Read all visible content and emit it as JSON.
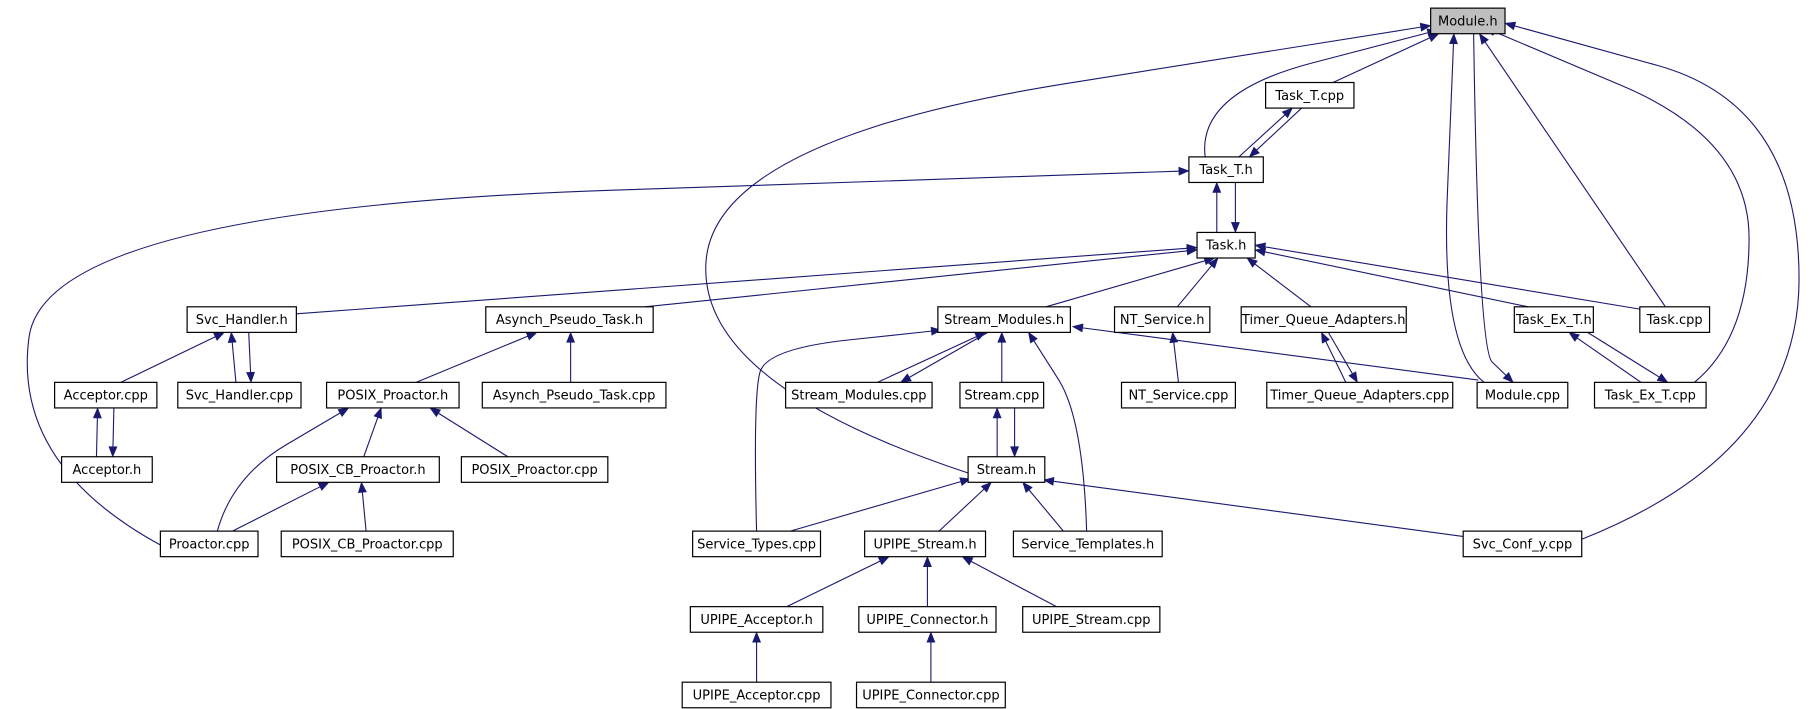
{
  "diagram": {
    "nodes": [
      {
        "id": "module_h",
        "label": "Module.h",
        "root": true
      },
      {
        "id": "task_t_cpp",
        "label": "Task_T.cpp"
      },
      {
        "id": "task_t_h",
        "label": "Task_T.h"
      },
      {
        "id": "task_h",
        "label": "Task.h"
      },
      {
        "id": "svc_handler_h",
        "label": "Svc_Handler.h"
      },
      {
        "id": "asynch_pseudo_task_h",
        "label": "Asynch_Pseudo_Task.h"
      },
      {
        "id": "stream_modules_h",
        "label": "Stream_Modules.h"
      },
      {
        "id": "nt_service_h",
        "label": "NT_Service.h"
      },
      {
        "id": "timer_queue_adapters_h",
        "label": "Timer_Queue_Adapters.h"
      },
      {
        "id": "task_ex_t_h",
        "label": "Task_Ex_T.h"
      },
      {
        "id": "task_cpp",
        "label": "Task.cpp"
      },
      {
        "id": "acceptor_cpp",
        "label": "Acceptor.cpp"
      },
      {
        "id": "svc_handler_cpp",
        "label": "Svc_Handler.cpp"
      },
      {
        "id": "posix_proactor_h",
        "label": "POSIX_Proactor.h"
      },
      {
        "id": "asynch_pseudo_task_cpp",
        "label": "Asynch_Pseudo_Task.cpp"
      },
      {
        "id": "stream_modules_cpp",
        "label": "Stream_Modules.cpp"
      },
      {
        "id": "stream_cpp",
        "label": "Stream.cpp"
      },
      {
        "id": "nt_service_cpp",
        "label": "NT_Service.cpp"
      },
      {
        "id": "timer_queue_adapters_cpp",
        "label": "Timer_Queue_Adapters.cpp"
      },
      {
        "id": "module_cpp",
        "label": "Module.cpp"
      },
      {
        "id": "task_ex_t_cpp",
        "label": "Task_Ex_T.cpp"
      },
      {
        "id": "acceptor_h",
        "label": "Acceptor.h"
      },
      {
        "id": "posix_cb_proactor_h",
        "label": "POSIX_CB_Proactor.h"
      },
      {
        "id": "posix_proactor_cpp",
        "label": "POSIX_Proactor.cpp"
      },
      {
        "id": "stream_h",
        "label": "Stream.h"
      },
      {
        "id": "proactor_cpp",
        "label": "Proactor.cpp"
      },
      {
        "id": "posix_cb_proactor_cpp",
        "label": "POSIX_CB_Proactor.cpp"
      },
      {
        "id": "service_types_cpp",
        "label": "Service_Types.cpp"
      },
      {
        "id": "upipe_stream_h",
        "label": "UPIPE_Stream.h"
      },
      {
        "id": "service_templates_h",
        "label": "Service_Templates.h"
      },
      {
        "id": "svc_conf_y_cpp",
        "label": "Svc_Conf_y.cpp"
      },
      {
        "id": "upipe_acceptor_h",
        "label": "UPIPE_Acceptor.h"
      },
      {
        "id": "upipe_connector_h",
        "label": "UPIPE_Connector.h"
      },
      {
        "id": "upipe_stream_cpp",
        "label": "UPIPE_Stream.cpp"
      },
      {
        "id": "upipe_acceptor_cpp",
        "label": "UPIPE_Acceptor.cpp"
      },
      {
        "id": "upipe_connector_cpp",
        "label": "UPIPE_Connector.cpp"
      }
    ],
    "edges": [
      {
        "from": "task_t_cpp",
        "to": "module_h"
      },
      {
        "from": "task_t_h",
        "to": "module_h"
      },
      {
        "from": "module_cpp",
        "to": "module_h"
      },
      {
        "from": "task_cpp",
        "to": "module_h"
      },
      {
        "from": "task_ex_t_cpp",
        "to": "module_h"
      },
      {
        "from": "stream_h",
        "to": "module_h"
      },
      {
        "from": "svc_conf_y_cpp",
        "to": "module_h"
      },
      {
        "from": "task_t_h",
        "to": "task_t_cpp"
      },
      {
        "from": "task_t_cpp",
        "to": "task_t_h"
      },
      {
        "from": "task_h",
        "to": "task_t_h"
      },
      {
        "from": "proactor_cpp",
        "to": "task_t_h"
      },
      {
        "from": "task_t_h",
        "to": "task_h"
      },
      {
        "from": "svc_handler_h",
        "to": "task_h"
      },
      {
        "from": "asynch_pseudo_task_h",
        "to": "task_h"
      },
      {
        "from": "stream_modules_h",
        "to": "task_h"
      },
      {
        "from": "nt_service_h",
        "to": "task_h"
      },
      {
        "from": "timer_queue_adapters_h",
        "to": "task_h"
      },
      {
        "from": "task_ex_t_h",
        "to": "task_h"
      },
      {
        "from": "task_cpp",
        "to": "task_h"
      },
      {
        "from": "acceptor_cpp",
        "to": "svc_handler_h"
      },
      {
        "from": "svc_handler_cpp",
        "to": "svc_handler_h"
      },
      {
        "from": "svc_handler_h",
        "to": "svc_handler_cpp"
      },
      {
        "from": "posix_proactor_h",
        "to": "asynch_pseudo_task_h"
      },
      {
        "from": "asynch_pseudo_task_cpp",
        "to": "asynch_pseudo_task_h"
      },
      {
        "from": "stream_modules_cpp",
        "to": "stream_modules_h"
      },
      {
        "from": "stream_modules_h",
        "to": "stream_modules_cpp"
      },
      {
        "from": "stream_cpp",
        "to": "stream_modules_h"
      },
      {
        "from": "service_types_cpp",
        "to": "stream_modules_h"
      },
      {
        "from": "service_templates_h",
        "to": "stream_modules_h"
      },
      {
        "from": "module_cpp",
        "to": "stream_modules_h"
      },
      {
        "from": "nt_service_cpp",
        "to": "nt_service_h"
      },
      {
        "from": "timer_queue_adapters_cpp",
        "to": "timer_queue_adapters_h"
      },
      {
        "from": "timer_queue_adapters_h",
        "to": "timer_queue_adapters_cpp"
      },
      {
        "from": "task_ex_t_cpp",
        "to": "task_ex_t_h"
      },
      {
        "from": "task_ex_t_h",
        "to": "task_ex_t_cpp"
      },
      {
        "from": "module_h",
        "to": "module_cpp"
      },
      {
        "from": "acceptor_h",
        "to": "acceptor_cpp"
      },
      {
        "from": "acceptor_cpp",
        "to": "acceptor_h"
      },
      {
        "from": "posix_cb_proactor_h",
        "to": "posix_proactor_h"
      },
      {
        "from": "proactor_cpp",
        "to": "posix_proactor_h"
      },
      {
        "from": "posix_proactor_cpp",
        "to": "posix_proactor_h"
      },
      {
        "from": "proactor_cpp",
        "to": "posix_cb_proactor_h"
      },
      {
        "from": "posix_cb_proactor_cpp",
        "to": "posix_cb_proactor_h"
      },
      {
        "from": "stream_h",
        "to": "stream_cpp"
      },
      {
        "from": "stream_cpp",
        "to": "stream_h"
      },
      {
        "from": "service_types_cpp",
        "to": "stream_h"
      },
      {
        "from": "upipe_stream_h",
        "to": "stream_h"
      },
      {
        "from": "service_templates_h",
        "to": "stream_h"
      },
      {
        "from": "svc_conf_y_cpp",
        "to": "stream_h"
      },
      {
        "from": "upipe_acceptor_h",
        "to": "upipe_stream_h"
      },
      {
        "from": "upipe_connector_h",
        "to": "upipe_stream_h"
      },
      {
        "from": "upipe_stream_cpp",
        "to": "upipe_stream_h"
      },
      {
        "from": "upipe_acceptor_cpp",
        "to": "upipe_acceptor_h"
      },
      {
        "from": "upipe_connector_cpp",
        "to": "upipe_connector_h"
      }
    ]
  }
}
